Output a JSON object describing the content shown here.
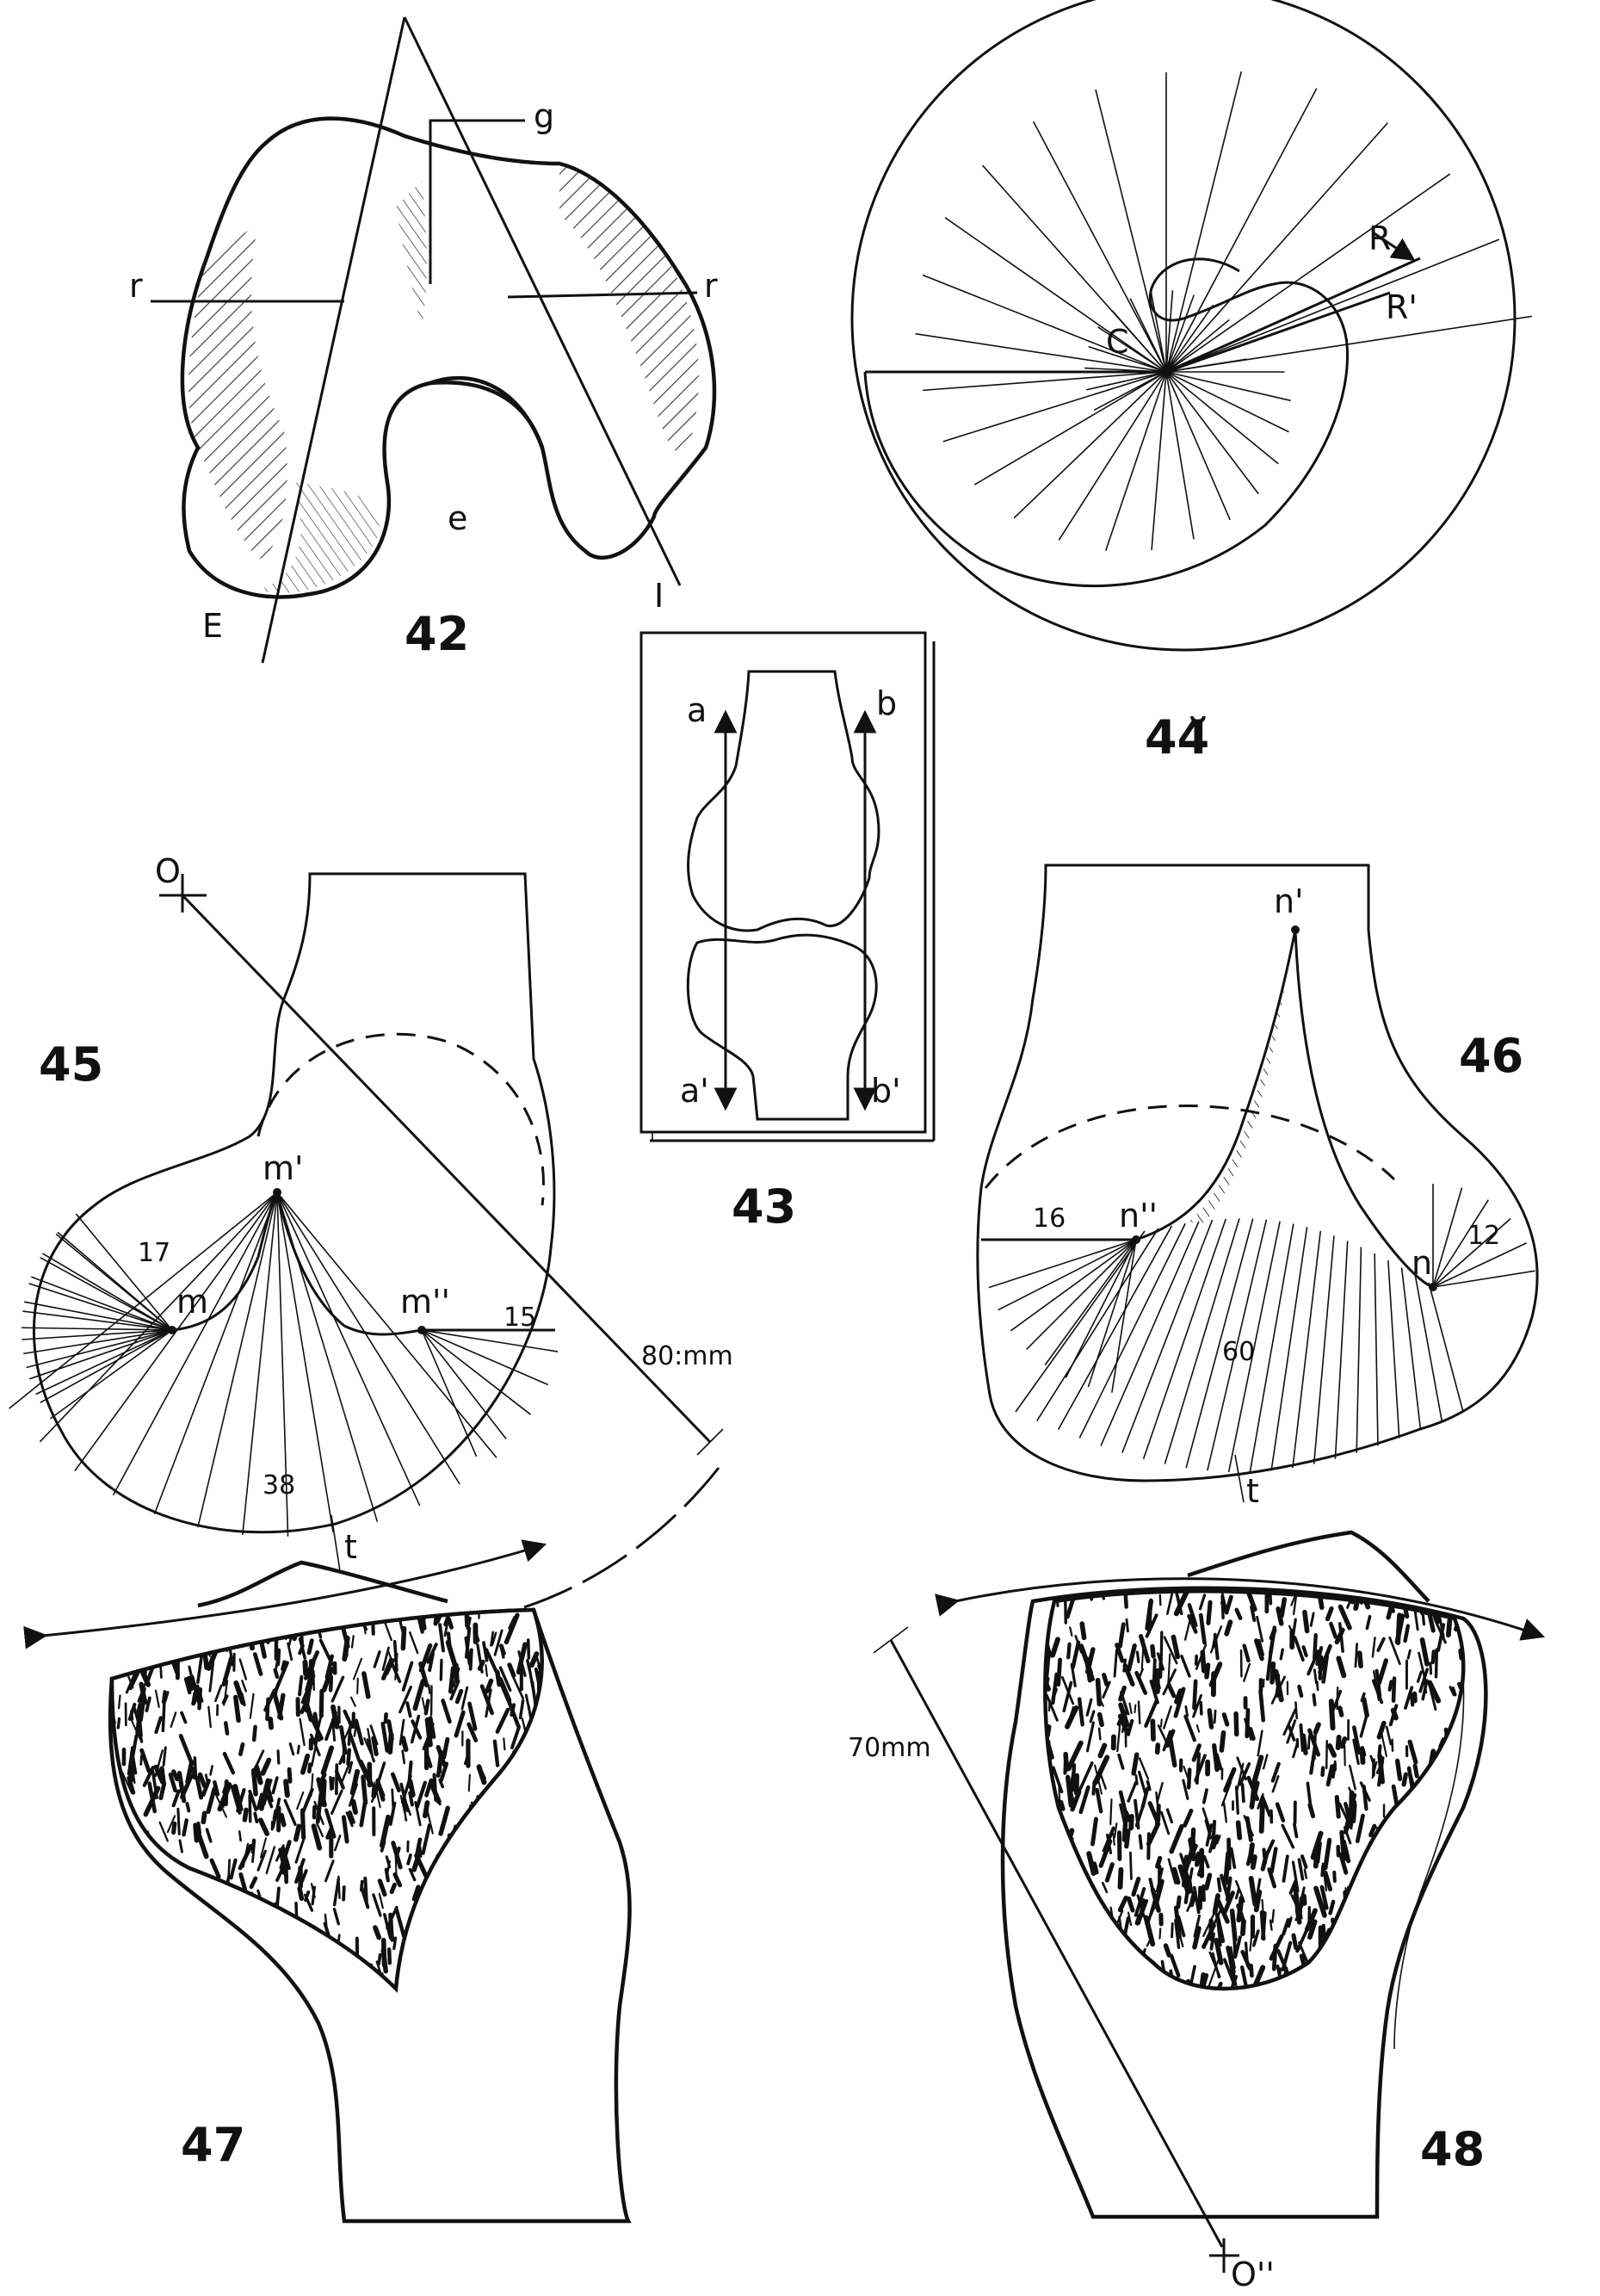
{
  "figures": {
    "fig42": {
      "number": "42",
      "labels": {
        "g": "g",
        "r_left": "r",
        "r_right": "r",
        "e": "e",
        "E": "E",
        "I": "I"
      }
    },
    "fig43": {
      "number": "43",
      "labels": {
        "a": "a",
        "b": "b",
        "a_prime": "a'",
        "b_prime": "b'"
      }
    },
    "fig44": {
      "number": "44̆",
      "labels": {
        "R": "R",
        "R_prime": "R'",
        "C": "C"
      }
    },
    "fig45": {
      "number": "45",
      "labels": {
        "O": "O",
        "m_prime": "m'",
        "m": "m",
        "m_dprime": "m''",
        "t": "t"
      },
      "values": {
        "v17": "17",
        "v15": "15",
        "v38": "38",
        "dist": "80:mm"
      }
    },
    "fig46": {
      "number": "46",
      "labels": {
        "n_prime": "n'",
        "n_dprime": "n''",
        "n": "n",
        "t": "t"
      },
      "values": {
        "v16": "16",
        "v12": "12",
        "v60": "60"
      }
    },
    "fig47": {
      "number": "47"
    },
    "fig48": {
      "number": "48",
      "labels": {
        "O_dprime": "O''"
      },
      "values": {
        "dist": "70mm"
      }
    }
  }
}
